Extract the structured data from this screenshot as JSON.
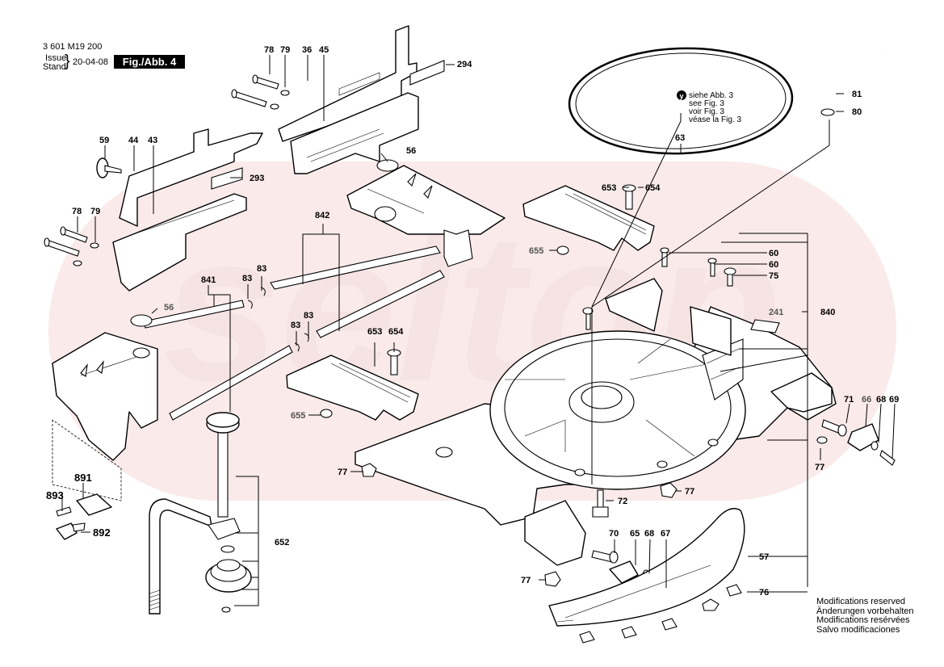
{
  "header": {
    "doc_number": "3 601 M19 200",
    "issue_label_1": "Issue",
    "issue_label_2": "Stand",
    "date": "20-04-08",
    "figure_label": "Fig./Abb. 4"
  },
  "watermark": {
    "text": "seltop",
    "color": "#f6d8d8"
  },
  "see_also": {
    "marker": "y",
    "lines": [
      "siehe Abb. 3",
      "see Fig. 3",
      "voir Fig. 3",
      "véase la Fig. 3"
    ]
  },
  "notes": [
    "Modifications reserved",
    "Änderungen vorbehalten",
    "Modifications resérvées",
    "Salvo modificaciones"
  ],
  "part_labels": {
    "p78a": "78",
    "p79a": "79",
    "p36": "36",
    "p45": "45",
    "p294": "294",
    "p59": "59",
    "p44": "44",
    "p43": "43",
    "p293": "293",
    "p78b": "78",
    "p79b": "79",
    "p56a": "56",
    "p842": "842",
    "p841": "841",
    "p83a": "83",
    "p83b": "83",
    "p83c": "83",
    "p83d": "83",
    "p56b": "56",
    "p63": "63",
    "p81": "81",
    "p80": "80",
    "p653a": "653",
    "p654a": "654",
    "p655a": "655",
    "p60a": "60",
    "p60b": "60",
    "p75": "75",
    "p241": "241",
    "p840": "840",
    "p653b": "653",
    "p654b": "654",
    "p655b": "655",
    "p71": "71",
    "p66": "66",
    "p68a": "68",
    "p69": "69",
    "p77a": "77",
    "p77b": "77",
    "p77c": "77",
    "p77d": "77",
    "p72": "72",
    "p70": "70",
    "p65": "65",
    "p68b": "68",
    "p67": "67",
    "p57": "57",
    "p76": "76",
    "p891": "891",
    "p893": "893",
    "p892": "892",
    "p652": "652"
  }
}
